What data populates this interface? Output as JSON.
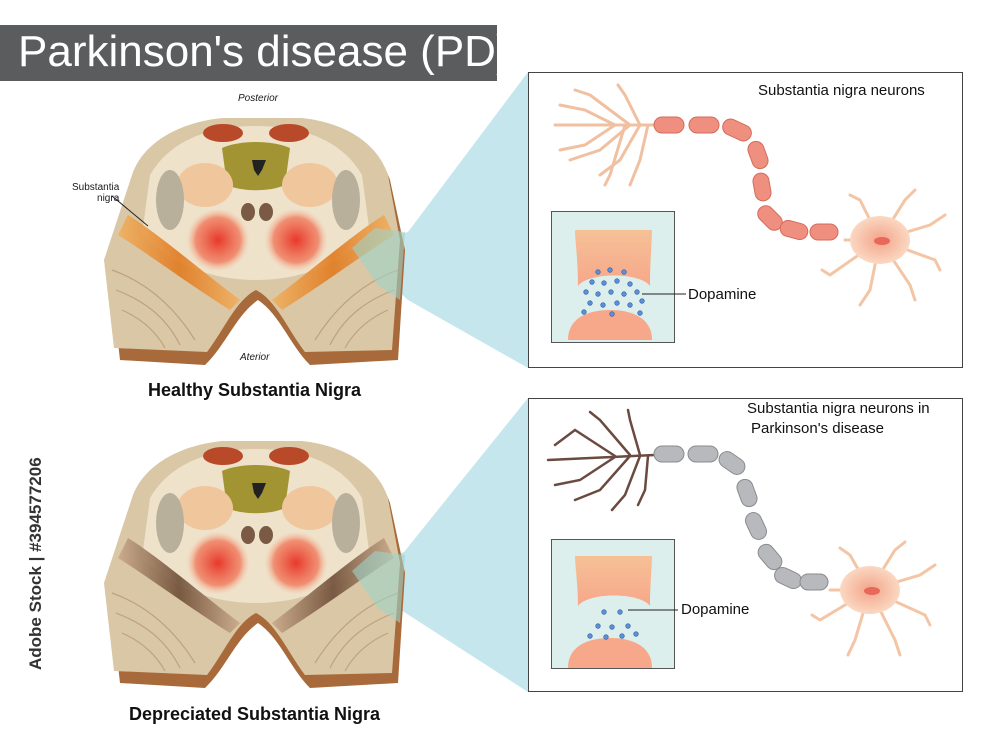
{
  "title": "Parkinson's disease (PD)",
  "healthy": {
    "posterior": "Posterior",
    "anterior": "Aterior",
    "substantia_label_line1": "Substantia",
    "substantia_label_line2": "nigra",
    "caption": "Healthy Substantia Nigra",
    "panel_title": "Substantia nigra neurons",
    "dopamine": "Dopamine"
  },
  "diseased": {
    "caption": "Depreciated Substantia Nigra",
    "panel_title_line1": "Substantia nigra neurons in",
    "panel_title_line2": "Parkinson's disease",
    "dopamine": "Dopamine"
  },
  "stock_id": "Adobe Stock | #394577206",
  "colors": {
    "title_bg": "#5b5c5e",
    "healthy_nigra": "#e08a2a",
    "depleted_nigra": "#7a5a44",
    "zoom_wedge": "#bfe3ea",
    "healthy_axon": "#ef8f80",
    "diseased_axon": "#b8b9bc",
    "dopamine_dot": "#5b8fd6"
  }
}
